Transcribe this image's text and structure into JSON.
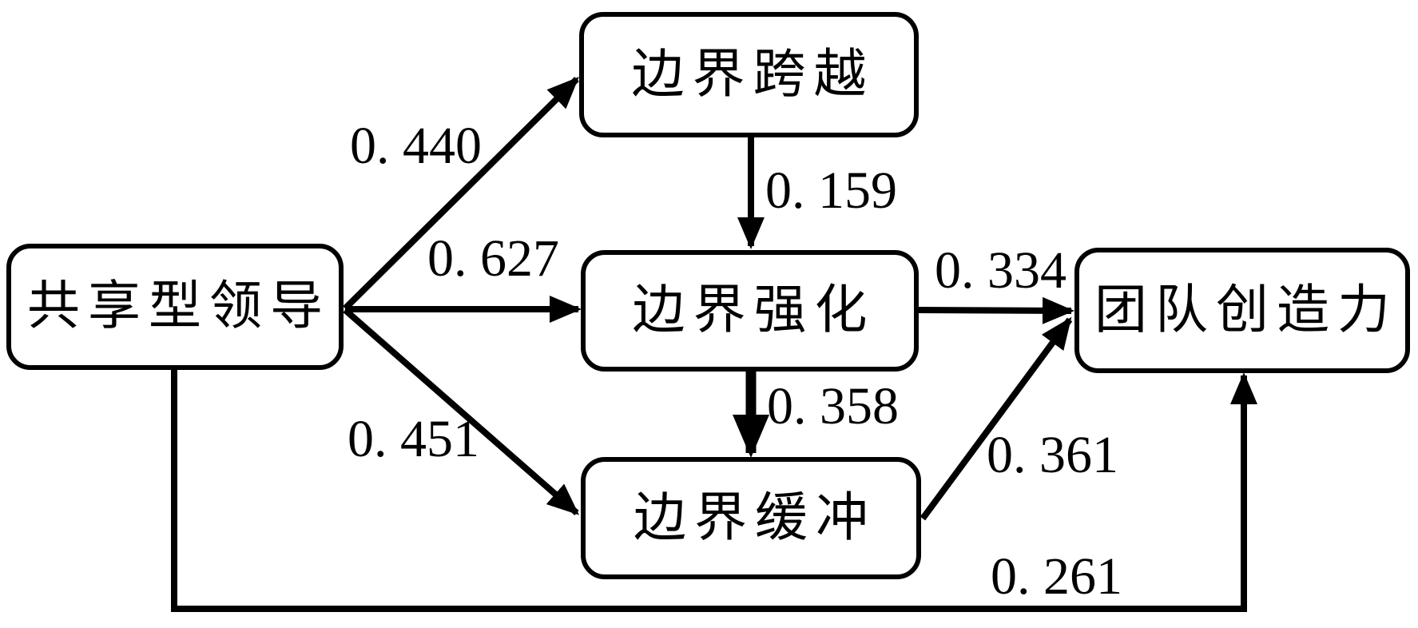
{
  "diagram": {
    "kind": "path-model",
    "colors": {
      "line": "#000000",
      "box_border": "#000000",
      "box_fill": "#ffffff",
      "background": "#ffffff",
      "text": "#000000"
    },
    "nodes": [
      {
        "id": "shared-leadership",
        "label": "共享型领导"
      },
      {
        "id": "boundary-spanning",
        "label": "边界跨越"
      },
      {
        "id": "boundary-reinforcement",
        "label": "边界强化"
      },
      {
        "id": "boundary-buffering",
        "label": "边界缓冲"
      },
      {
        "id": "team-creativity",
        "label": "团队创造力"
      }
    ],
    "edges": [
      {
        "from": "共享型领导",
        "to": "边界跨越",
        "coefficient": "0. 440",
        "value": 0.44,
        "style": "normal"
      },
      {
        "from": "共享型领导",
        "to": "边界强化",
        "coefficient": "0. 627",
        "value": 0.627,
        "style": "normal"
      },
      {
        "from": "共享型领导",
        "to": "边界缓冲",
        "coefficient": "0. 451",
        "value": 0.451,
        "style": "normal"
      },
      {
        "from": "边界跨越",
        "to": "边界强化",
        "coefficient": "0. 159",
        "value": 0.159,
        "style": "normal"
      },
      {
        "from": "边界强化",
        "to": "边界缓冲",
        "coefficient": "0. 358",
        "value": 0.358,
        "style": "thick"
      },
      {
        "from": "边界强化",
        "to": "团队创造力",
        "coefficient": "0. 334",
        "value": 0.334,
        "style": "normal"
      },
      {
        "from": "边界缓冲",
        "to": "团队创造力",
        "coefficient": "0. 361",
        "value": 0.361,
        "style": "normal"
      },
      {
        "from": "共享型领导",
        "to": "团队创造力",
        "coefficient": "0. 261",
        "value": 0.261,
        "style": "normal-elbow"
      }
    ]
  }
}
